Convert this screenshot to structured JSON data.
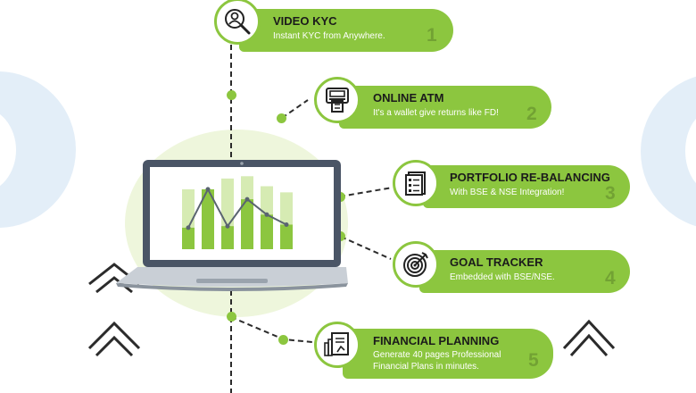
{
  "steps": [
    {
      "title": "VIDEO KYC",
      "line1": "Instant KYC from Anywhere.",
      "line2": "",
      "number": "1",
      "icon": "video-kyc-search-user-icon"
    },
    {
      "title": "ONLINE ATM",
      "line1": "It's a wallet give returns like FD!",
      "line2": "",
      "number": "2",
      "icon": "atm-machine-icon"
    },
    {
      "title": "PORTFOLIO RE-BALANCING",
      "line1": "With BSE & NSE Integration!",
      "line2": "",
      "number": "3",
      "icon": "checklist-document-icon"
    },
    {
      "title": "GOAL TRACKER",
      "line1": "Embedded with BSE/NSE.",
      "line2": "",
      "number": "4",
      "icon": "target-arrow-icon"
    },
    {
      "title": "FINANCIAL PLANNING",
      "line1": "Generate 40 pages Professional",
      "line2": "Financial Plans in minutes.",
      "number": "5",
      "icon": "financial-plan-report-icon"
    }
  ],
  "colors": {
    "accent": "#8cc63f",
    "dark": "#1b1b1b",
    "deco_blue": "#e3eef8",
    "laptop": "#4a5566"
  },
  "laptop_chart": {
    "bar_heights": [
      0.78,
      0.74,
      0.92,
      0.95,
      0.82,
      0.74
    ],
    "line_points": [
      0.28,
      0.78,
      0.3,
      0.65,
      0.45,
      0.32
    ]
  }
}
